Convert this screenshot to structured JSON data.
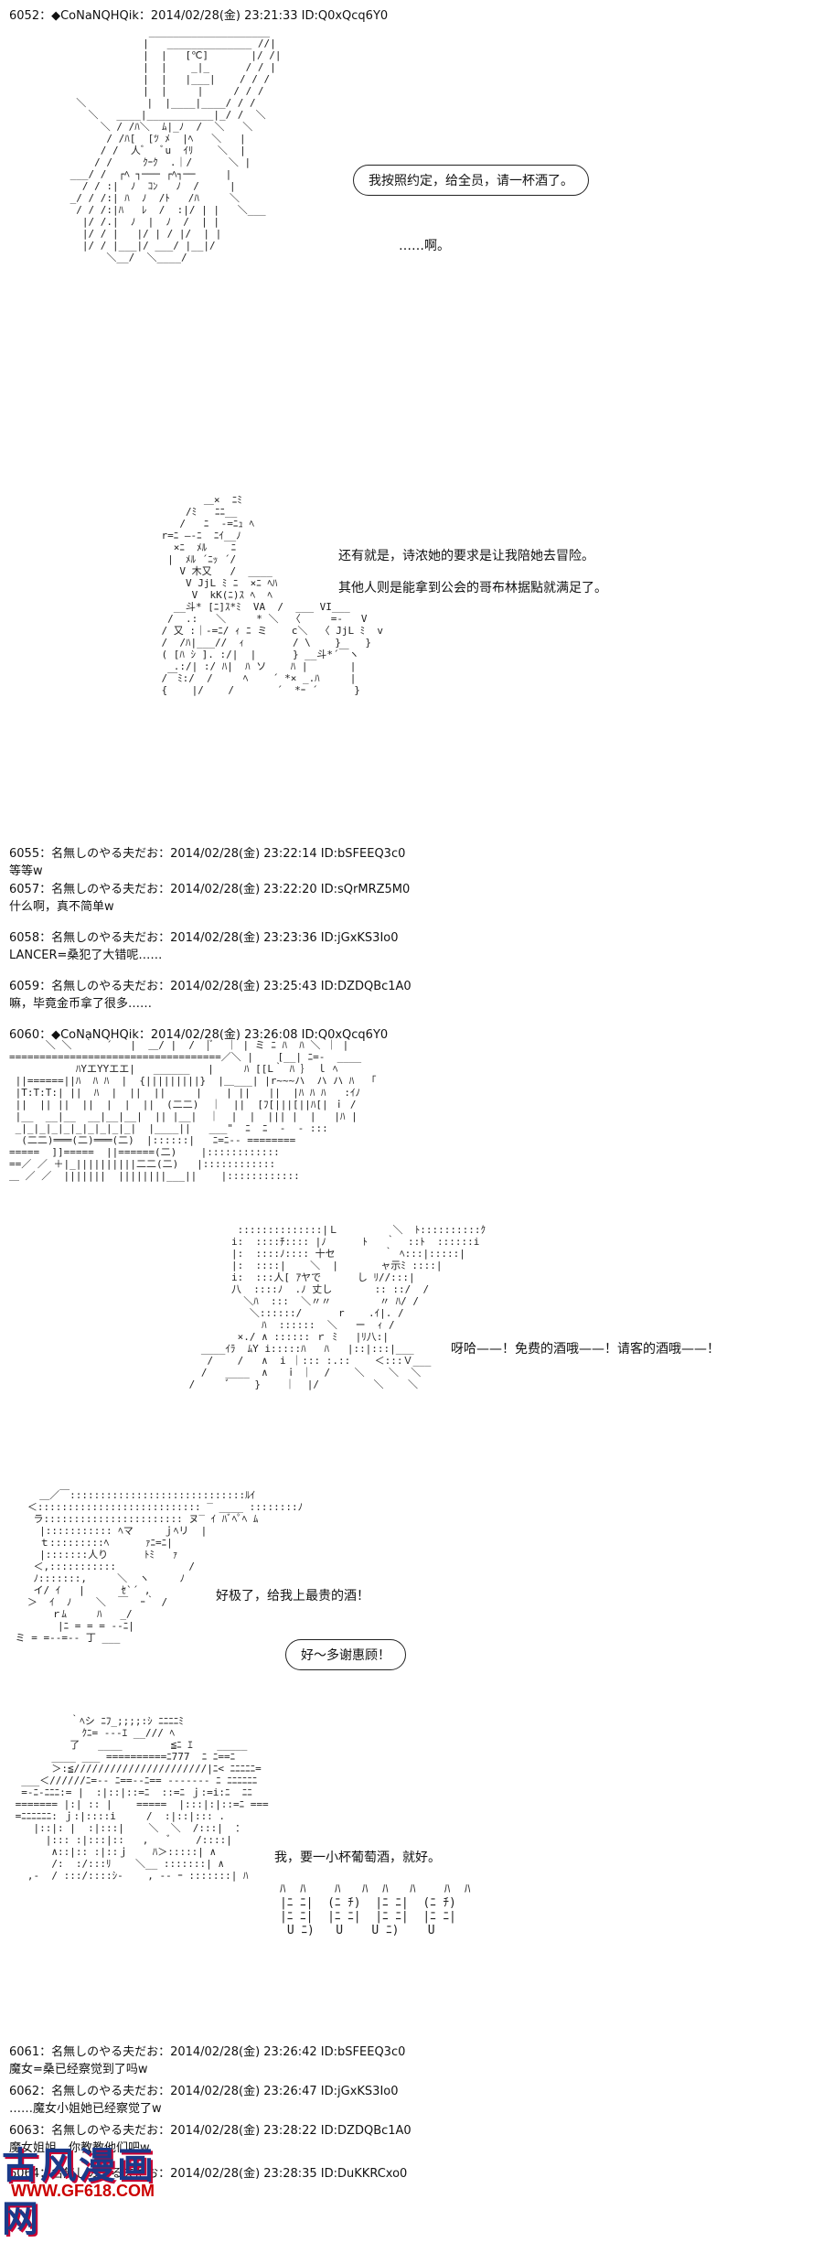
{
  "posts": [
    {
      "header": "6052：◆CoNaNQHQik：2014/02/28(金) 23:21:33 ID:Q0xQcq6Y0"
    },
    {
      "header": "6055：名無しのやる夫だお：2014/02/28(金) 23:22:14 ID:bSFEEQ3c0",
      "text": "等等w"
    },
    {
      "header": "6057：名無しのやる夫だお：2014/02/28(金) 23:22:20 ID:sQrMRZ5M0",
      "text": "什么啊，真不简单w"
    },
    {
      "header": "6058：名無しのやる夫だお：2014/02/28(金) 23:23:36 ID:jGxKS3Io0",
      "text": "LANCER=桑犯了大错呢……"
    },
    {
      "header": "6059：名無しのやる夫だお：2014/02/28(金) 23:25:43 ID:DZDQBc1A0",
      "text": "嘛，毕竟金币拿了很多……"
    },
    {
      "header": "6060：◆CoNaNQHQik：2014/02/28(金) 23:26:08 ID:Q0xQcq6Y0"
    },
    {
      "header": "6061：名無しのやる夫だお：2014/02/28(金) 23:26:42 ID:bSFEEQ3c0",
      "text": "魔女=桑已经察觉到了吗w"
    },
    {
      "header": "6062：名無しのやる夫だお：2014/02/28(金) 23:26:47 ID:jGxKS3Io0",
      "text": "……魔女小姐她已经察觉了w"
    },
    {
      "header": "6063：名無しのやる夫だお：2014/02/28(金) 23:28:22 ID:DZDQBc1A0",
      "text": "魔女姐姐，你教教他们吧w"
    },
    {
      "header": "6064：名無しのやる夫だお：2014/02/28(金) 23:28:35 ID:DuKKRCxo0"
    }
  ],
  "dialogue": {
    "bubble1": "我按照约定，给全员，请一杯酒了。",
    "line1": "……啊。",
    "line2": "还有就是，诗浓她的要求是让我陪她去冒险。",
    "line3": "其他人则是能拿到公会的哥布林据點就满足了。",
    "line4": "呀哈——！免费的酒哦——！请客的酒哦——！",
    "line5": "好极了，给我上最贵的酒！",
    "bubble2": "好～多谢惠顾！",
    "line6": "我，要一小杯葡萄酒，就好。"
  },
  "watermark": {
    "logo": "古风漫画网",
    "url": "WWW.GF618.COM"
  }
}
